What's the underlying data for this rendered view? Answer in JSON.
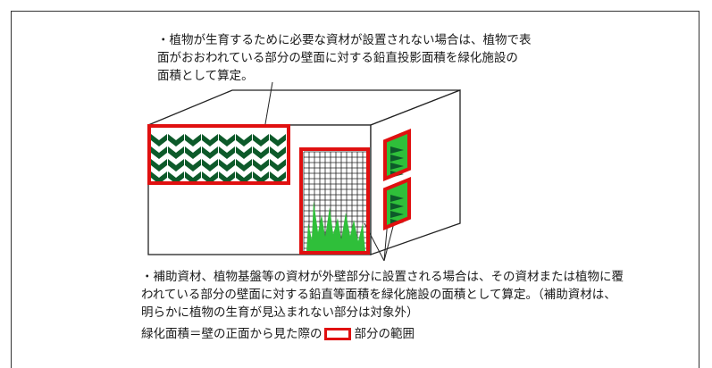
{
  "colors": {
    "highlight": "#e01010",
    "plant_dark": "#0d5a2a",
    "plant_bright": "#2fbf3a",
    "outline": "#222222"
  },
  "captions": {
    "top": "・植物が生育するために必要な資材が設置されない場合は、植物で表\n面がおおわれている部分の壁面に対する鉛直投影面積を緑化施設の\n面積として算定。",
    "bottom": "・補助資材、植物基盤等の資材が外壁部分に設置される場合は、その資材または植物に覆\nわれている部分の壁面に対する鉛直等面積を緑化施設の面積として算定。（補助資材は、\n明らかに植物の生育が見込まれない部分は対象外）",
    "formula_before": "緑化面積＝壁の正面から見た際の",
    "formula_after": "部分の範囲"
  }
}
